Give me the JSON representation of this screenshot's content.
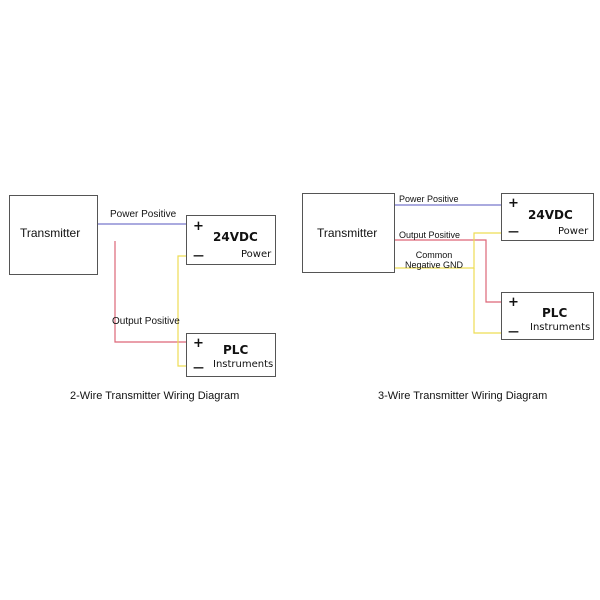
{
  "colors": {
    "power_positive_wire": "#7777cc",
    "output_positive_wire": "#dd6677",
    "negative_wire": "#eedd55",
    "box_border": "#555555"
  },
  "two_wire": {
    "transmitter_label": "Transmitter",
    "power_positive_label": "Power Positive",
    "output_positive_label": "Output Positive",
    "supply": {
      "plus": "+",
      "minus": "—",
      "voltage": "24VDC",
      "name": "Power"
    },
    "plc": {
      "plus": "+",
      "minus": "—",
      "title": "PLC",
      "subtitle": "Instruments"
    },
    "caption": "2-Wire Transmitter Wiring Diagram"
  },
  "three_wire": {
    "transmitter_label": "Transmitter",
    "power_positive_label": "Power Positive",
    "output_positive_label": "Output Positive",
    "common_negative_label": "Common Negative GND",
    "supply": {
      "plus": "+",
      "minus": "—",
      "voltage": "24VDC",
      "name": "Power"
    },
    "plc": {
      "plus": "+",
      "minus": "—",
      "title": "PLC",
      "subtitle": "Instruments"
    },
    "caption": "3-Wire Transmitter Wiring Diagram"
  }
}
